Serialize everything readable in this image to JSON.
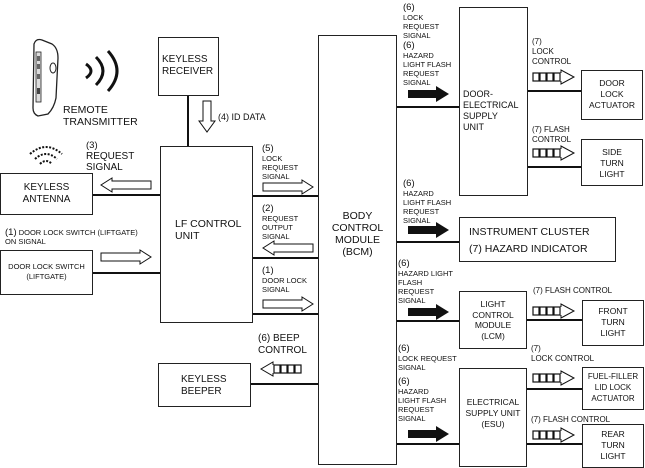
{
  "diagram": {
    "title": "Keyless entry / lock system wiring block diagram",
    "components": {
      "remote_transmitter": "REMOTE\nTRANSMITTER",
      "keyless_receiver": "KEYLESS\nRECEIVER",
      "keyless_antenna": "KEYLESS\nANTENNA",
      "door_lock_switch": "DOOR LOCK SWITCH\n(LIFTGATE)",
      "lf_control_unit": "LF CONTROL\nUNIT",
      "keyless_beeper": "KEYLESS\nBEEPER",
      "bcm": "BODY\nCONTROL\nMODULE\n(BCM)",
      "door_electrical_supply_unit": "DOOR-\nELECTRICAL\nSUPPLY\nUNIT",
      "door_lock_actuator": "DOOR\nLOCK\nACTUATOR",
      "side_turn_light": "SIDE\nTURN\nLIGHT",
      "instrument_cluster": "INSTRUMENT CLUSTER",
      "hazard_indicator": "(7) HAZARD INDICATOR",
      "lcm": "LIGHT\nCONTROL\nMODULE\n(LCM)",
      "front_turn_light": "FRONT\nTURN\nLIGHT",
      "esu": "ELECTRICAL\nSUPPLY UNIT\n(ESU)",
      "fuel_filler_lid_lock_actuator": "FUEL-FILLER\nLID LOCK\nACTUATOR",
      "rear_turn_light": "REAR\nTURN\nLIGHT"
    },
    "signals": {
      "id_data": "(4) ID DATA",
      "request_signal_num": "(3)",
      "request_signal": "REQUEST\nSIGNAL",
      "door_lock_switch_on_num": "(1)",
      "door_lock_switch_on": "DOOR LOCK SWITCH (LIFTGATE)\nON SIGNAL",
      "lock_request_5_num": "(5)",
      "lock_request_5": "LOCK\nREQUEST\nSIGNAL",
      "request_output_num": "(2)",
      "request_output": "REQUEST\nOUTPUT\nSIGNAL",
      "door_lock_signal_num": "(1)",
      "door_lock_signal": "DOOR LOCK\nSIGNAL",
      "beep_control": "(6) BEEP\nCONTROL",
      "desu_lock_req_num": "(6)",
      "desu_lock_req": "LOCK\nREQUEST\nSIGNAL",
      "desu_hazard_num": "(6)",
      "desu_hazard": "HAZARD\nLIGHT FLASH\nREQUEST\nSIGNAL",
      "door_lock_control": "(7)\nLOCK\nCONTROL",
      "side_flash_control": "(7) FLASH\nCONTROL",
      "ic_hazard_num": "(6)",
      "ic_hazard": "HAZARD\nLIGHT FLASH\nREQUEST\nSIGNAL",
      "lcm_hazard_num": "(6)",
      "lcm_hazard": "HAZARD LIGHT\nFLASH\nREQUEST\nSIGNAL",
      "front_flash_control": "(7) FLASH CONTROL",
      "esu_lock_req_num": "(6)",
      "esu_lock_req": "LOCK REQUEST\nSIGNAL",
      "esu_hazard_num": "(6)",
      "esu_hazard": "HAZARD\nLIGHT FLASH\nREQUEST\nSIGNAL",
      "fuel_lock_control": "(7)\nLOCK CONTROL",
      "rear_flash_control": "(7) FLASH CONTROL"
    }
  }
}
